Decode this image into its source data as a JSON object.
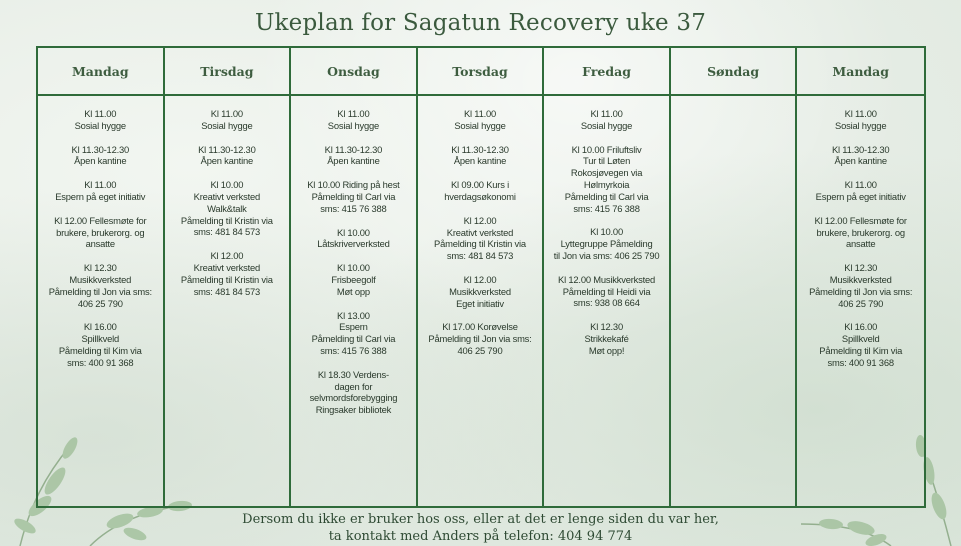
{
  "title": "Ukeplan for Sagatun Recovery uke 37",
  "days": [
    {
      "name": "Mandag",
      "entries": [
        "Kl 11.00\nSosial hygge",
        "Kl 11.30-12.30\nÅpen kantine",
        "Kl 11.00\nEspern på eget initiativ",
        "Kl 12.00 Fellesmøte for\nbrukere, brukerorg. og\nansatte",
        "Kl 12.30\nMusikkverksted\nPåmelding til Jon via sms:\n406 25 790",
        "Kl 16.00\nSpillkveld\nPåmelding til Kim via\nsms: 400 91 368"
      ]
    },
    {
      "name": "Tirsdag",
      "entries": [
        "Kl 11.00\nSosial hygge",
        "Kl 11.30-12.30\nÅpen kantine",
        "Kl 10.00\nKreativt verksted\nWalk&talk\nPåmelding til Kristin via\nsms: 481 84 573",
        "Kl 12.00\nKreativt verksted\nPåmelding til Kristin via\nsms: 481 84 573"
      ]
    },
    {
      "name": "Onsdag",
      "entries": [
        "Kl 11.00\nSosial hygge",
        "Kl 11.30-12.30\nÅpen kantine",
        "Kl 10.00 Riding på hest\nPåmelding til Carl via\nsms: 415 76 388",
        "Kl 10.00\nLåtskriververksted",
        "Kl 10.00\nFrisbeegolf\nMøt opp",
        "Kl 13.00\nEspern\nPåmelding til Carl via\nsms: 415 76 388",
        "Kl 18.30 Verdens-\ndagen for\nselvmordsforebygging\nRingsaker bibliotek"
      ]
    },
    {
      "name": "Torsdag",
      "entries": [
        "Kl 11.00\nSosial hygge",
        "Kl 11.30-12.30\nÅpen kantine",
        "Kl 09.00 Kurs i\nhverdagsøkonomi",
        "Kl 12.00\nKreativt verksted\nPåmelding til Kristin via\nsms: 481 84 573",
        "Kl 12.00\nMusikkverksted\nEget initiativ",
        "Kl 17.00 Korøvelse\nPåmelding til Jon via sms:\n406 25 790"
      ]
    },
    {
      "name": "Fredag",
      "entries": [
        "Kl 11.00\nSosial hygge",
        "Kl 10.00 Friluftsliv\nTur til Løten\nRokosjøvegen via\nHølmyrkoia\nPåmelding til Carl via\nsms: 415 76 388",
        "Kl 10.00\nLyttegruppe Påmelding\ntil Jon via sms: 406 25 790",
        "Kl 12.00 Musikkverksted\nPåmelding til Heidi via\nsms: 938 08 664",
        "Kl 12.30\nStrikkekafé\nMøt opp!"
      ]
    },
    {
      "name": "Søndag",
      "entries": []
    },
    {
      "name": "Mandag",
      "entries": [
        "Kl 11.00\nSosial hygge",
        "Kl 11.30-12.30\nÅpen kantine",
        "Kl 11.00\nEspern på eget initiativ",
        "Kl 12.00 Fellesmøte for\nbrukere, brukerorg. og\nansatte",
        "Kl 12.30\nMusikkverksted\nPåmelding til Jon via sms:\n406 25 790",
        "Kl 16.00\nSpillkveld\nPåmelding til Kim via\nsms: 400 91 368"
      ]
    }
  ],
  "footer": "Dersom du ikke er bruker hos oss, eller at det er lenge siden du var her,\nta kontakt med Anders på telefon: 404 94 774",
  "colors": {
    "border": "#2f6b3a",
    "title": "#3b5a3e",
    "leaf": "#8fb28a"
  }
}
